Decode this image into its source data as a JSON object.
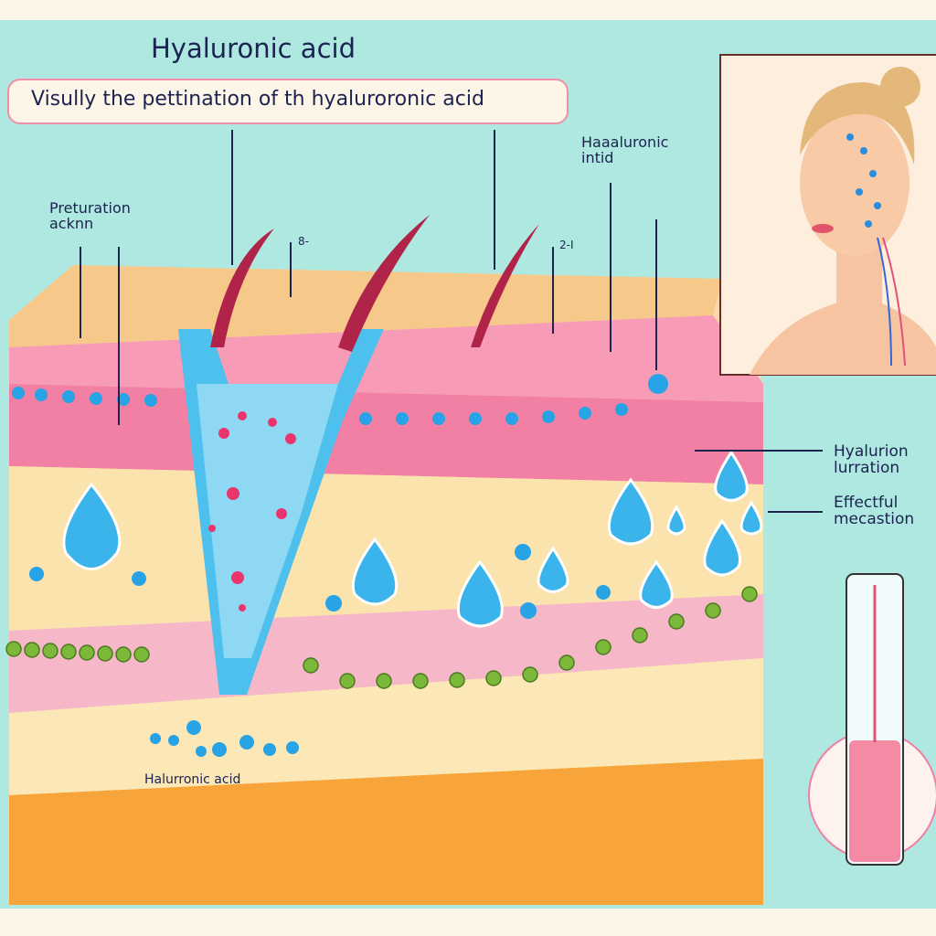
{
  "title": "Hyaluronic acid",
  "subtitle": "Visully the pettination of th hyaluroronic acid",
  "labels": {
    "preturation": "Preturation acknn",
    "haaluronic": "Haaaluronic intid",
    "marker_1": "8-",
    "marker_2": "2-I",
    "hyalurion": "Hyalurion lurration",
    "effectful": "Effectful mecastion",
    "bottom": "Halurronic acid"
  },
  "colors": {
    "background": "#aee8e0",
    "frame": "#fbf6e6",
    "skin_top": "#f6c98a",
    "pink_layer": "#f27fa4",
    "droplet": "#3ab4ea",
    "green_cells": "#7cb83a",
    "fat_layer": "#f7a43a",
    "text": "#1b2350"
  }
}
